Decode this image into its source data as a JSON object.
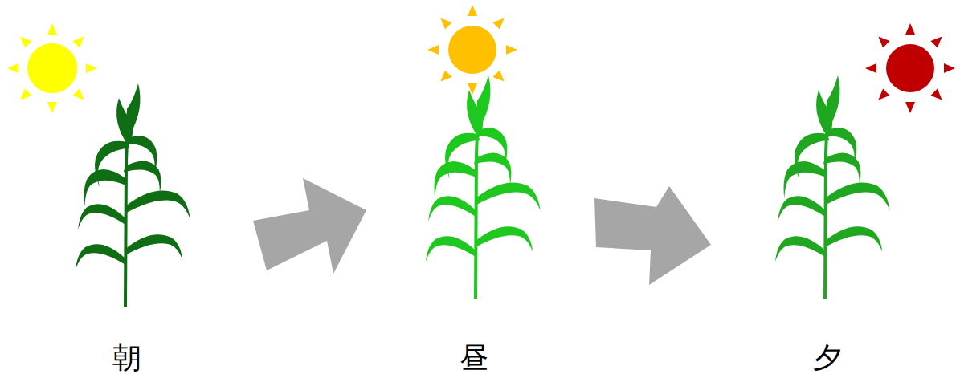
{
  "diagram": {
    "labels": [
      "朝",
      "昼",
      "夕"
    ]
  }
}
